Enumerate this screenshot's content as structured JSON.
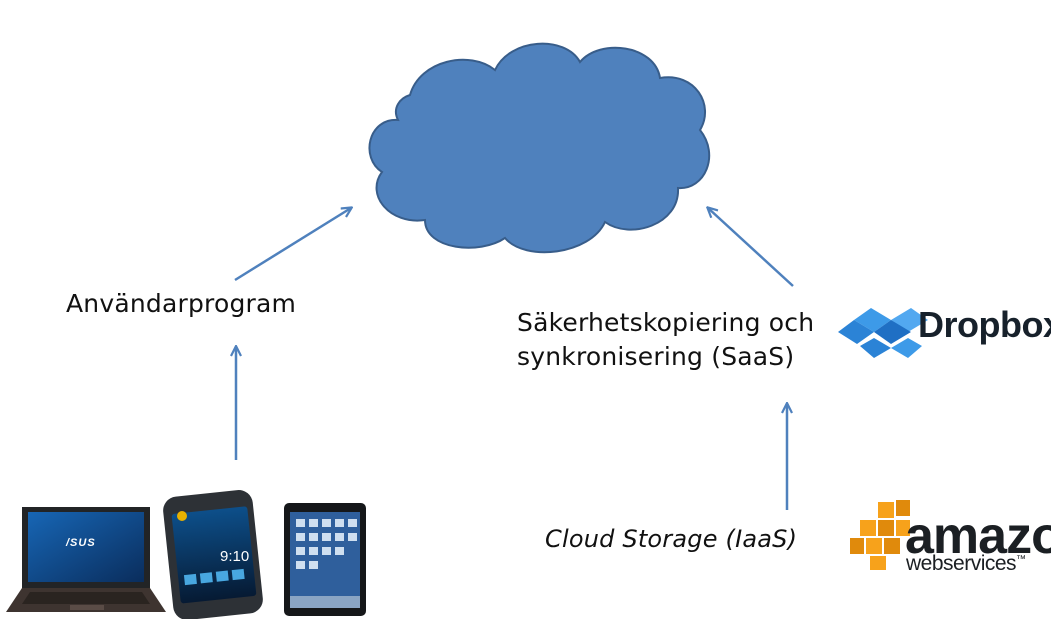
{
  "nodes": {
    "apps": "Användarprogram",
    "backup_line1": "Säkerhetskopiering och",
    "backup_line2": "synkronisering (SaaS)",
    "storage": "Cloud Storage (IaaS)"
  },
  "logos": {
    "dropbox": "Dropbox",
    "amazon": "amazon",
    "aws_sub": "webservices",
    "aws_tm": "™"
  },
  "devices": {
    "laptop_brand": "/SUS",
    "phone_time": "9:10"
  },
  "colors": {
    "cloud_fill": "#4f81bd",
    "cloud_stroke": "#385d8a",
    "arrow": "#4f81bd",
    "dropbox_blue": "#3d9ae8",
    "aws_orange": "#f7a21b"
  },
  "icons": [
    "cloud-shape",
    "dropbox-logo-icon",
    "aws-cubes-icon",
    "laptop-icon",
    "smartphone-icon",
    "tablet-icon"
  ]
}
